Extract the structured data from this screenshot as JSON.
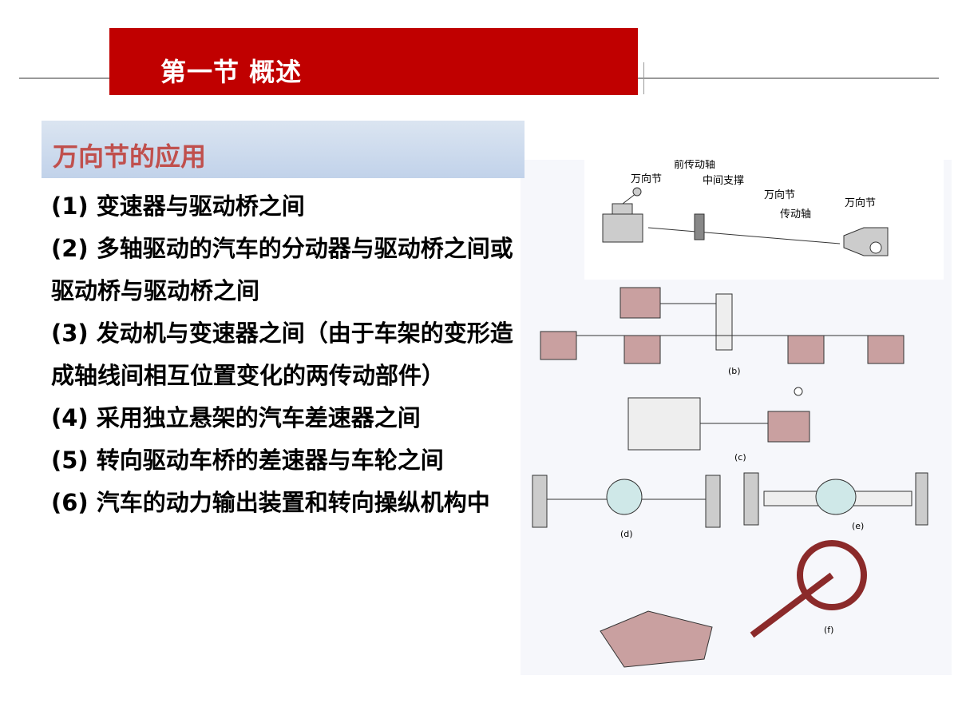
{
  "header": {
    "title": "第一节  概述"
  },
  "section": {
    "title": "万向节的应用"
  },
  "items": [
    "(1)  变速器与驱动桥之间",
    "(2)  多轴驱动的汽车的分动器与驱动桥之间或驱动桥与驱动桥之间",
    "(3) 发动机与变速器之间（由于车架的变形造成轴线间相互位置变化的两传动部件）",
    "  (4) 采用独立悬架的汽车差速器之间",
    "  (5) 转向驱动车桥的差速器与车轮之间",
    "(6)  汽车的动力输出装置和转向操纵机构中"
  ],
  "figure": {
    "labels": {
      "ujoint1": "万向节",
      "front_shaft": "前传动轴",
      "center_support": "中间支撑",
      "ujoint2": "万向节",
      "shaft": "传动轴",
      "ujoint3": "万向节"
    },
    "captions": {
      "b": "(b)",
      "c": "(c)",
      "d": "(d)",
      "e": "(e)",
      "f": "(f)"
    }
  },
  "colors": {
    "banner": "#c00000",
    "section_title": "#c0504d",
    "part": "#c9a0a0"
  }
}
